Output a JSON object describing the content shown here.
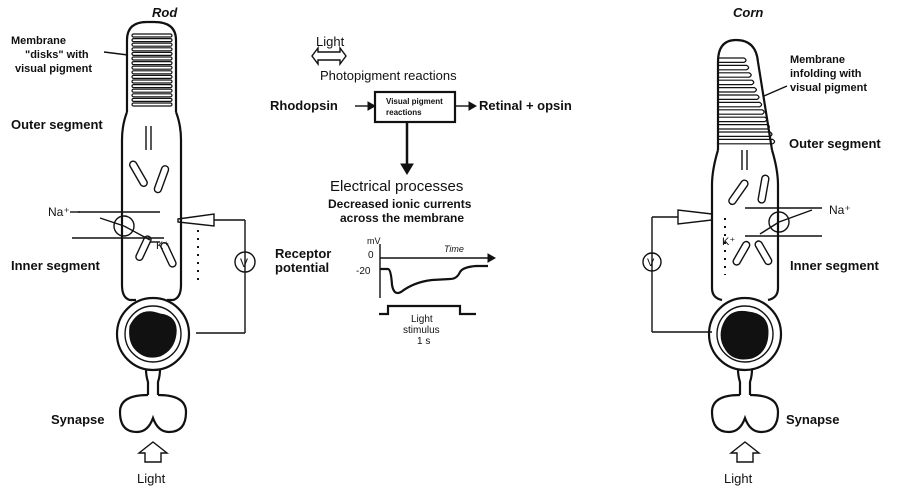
{
  "rod": {
    "title": "Rod",
    "labels": {
      "membrane_line1": "Membrane",
      "membrane_line2": "\"disks\" with",
      "membrane_line3": "visual pigment",
      "outer_segment": "Outer segment",
      "na": "Na⁺",
      "k": "K⁺",
      "inner_segment": "Inner segment",
      "voltmeter": "V",
      "synapse": "Synapse",
      "light": "Light"
    }
  },
  "cone": {
    "title": "Corn",
    "labels": {
      "membrane_line1": "Membrane",
      "membrane_line2": "infolding with",
      "membrane_line3": "visual pigment",
      "outer_segment": "Outer segment",
      "na": "Na⁺",
      "k": "K⁺",
      "inner_segment": "Inner segment",
      "voltmeter": "V",
      "synapse": "Synapse",
      "light": "Light"
    }
  },
  "center": {
    "light": "Light",
    "photopigment_title": "Photopigment reactions",
    "rhodopsin": "Rhodopsin",
    "box_line1": "Visual pigment",
    "box_line2": "reactions",
    "retinal": "Retinal + opsin",
    "electrical_title": "Electrical processes",
    "decreased_line1": "Decreased ionic currents",
    "decreased_line2": "across the membrane",
    "receptor_line1": "Receptor",
    "receptor_line2": "potential",
    "mv": "mV",
    "zero": "0",
    "minus20": "-20",
    "time": "Time",
    "stimulus_line1": "Light",
    "stimulus_line2": "stimulus",
    "stimulus_line3": "1 s"
  }
}
